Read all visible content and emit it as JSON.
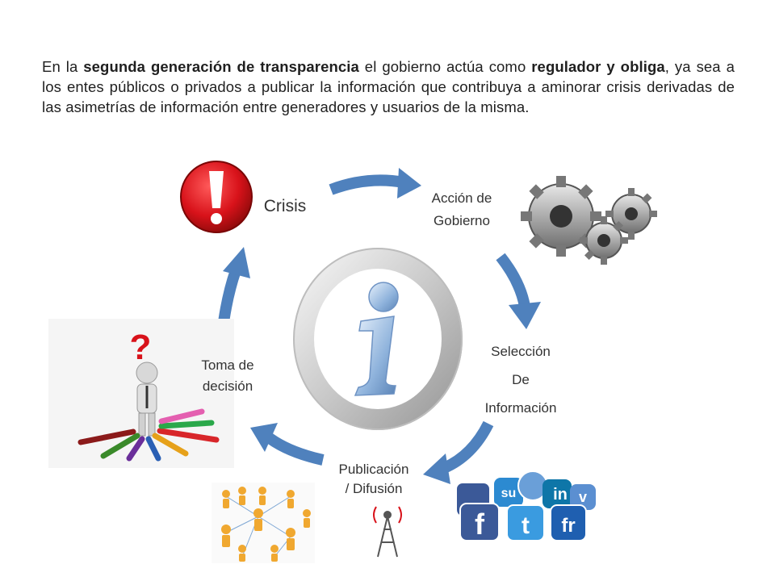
{
  "paragraph": {
    "p1": "En la ",
    "b1": "segunda generación de transparencia",
    "p2": " el gobierno actúa como ",
    "b2": "regulador y obliga",
    "p3": ", ya sea a los entes públicos o privados a publicar la información que contribuya a aminorar crisis derivadas de las asimetrías de información entre generadores y usuarios de la misma."
  },
  "cycle": {
    "crisis": "Crisis",
    "accion_l1": "Acción de",
    "accion_l2": "Gobierno",
    "seleccion_l1": "Selección",
    "seleccion_l2": "De",
    "seleccion_l3": "Información",
    "publicacion_l1": "Publicación",
    "publicacion_l2": "/ Difusión",
    "toma_l1": "Toma de",
    "toma_l2": "decisión"
  },
  "icons": {
    "exclamation_glyph": "!",
    "question_glyph": "?",
    "info_glyph": "i",
    "social_labels": [
      "f",
      "t",
      "fr",
      "in",
      "su",
      "v"
    ]
  },
  "colors": {
    "arrow": "#4f81bd",
    "alert_red": "#d8121a",
    "info_blue": "#8fb3dc"
  }
}
